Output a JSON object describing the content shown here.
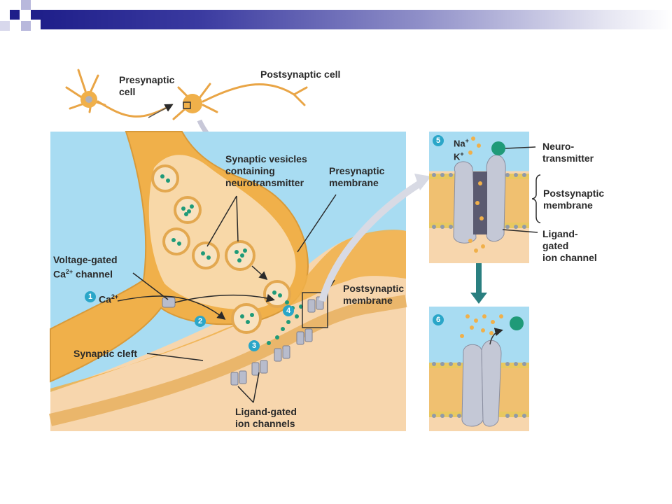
{
  "labels": {
    "presynaptic_cell": "Presynaptic\ncell",
    "postsynaptic_cell": "Postsynaptic cell",
    "synaptic_vesicles": "Synaptic vesicles\ncontaining\nneurotransmitter",
    "presynaptic_membrane": "Presynaptic\nmembrane",
    "voltage_gated_line1": "Voltage-gated",
    "voltage_gated_ca": "Ca",
    "voltage_gated_sup": "2+",
    "voltage_gated_rest": " channel",
    "ca_label": "Ca",
    "ca_sup": "2+",
    "postsynaptic_membrane": "Postsynaptic\nmembrane",
    "synaptic_cleft": "Synaptic cleft",
    "ligand_gated_channels": "Ligand-gated\nion channels",
    "na": "Na",
    "na_sup": "+",
    "k": "K",
    "k_sup": "+",
    "neurotransmitter": "Neuro-\ntransmitter",
    "postsynaptic_membrane_inset": "Postsynaptic\nmembrane",
    "ligand_gated_ion_channel": "Ligand-\ngated\nion channel"
  },
  "steps": [
    "1",
    "2",
    "3",
    "4",
    "5",
    "6"
  ],
  "colors": {
    "header_dark": "#1f1f8a",
    "neuron": "#f0b04a",
    "neuron_inner": "#f8d8a8",
    "extracellular": "#a8dcf2",
    "postsynaptic_tissue": "#f7d6ad",
    "vesicle_dot": "#1f9a78",
    "channel": "#b8bccc",
    "step_badge": "#2aa6c8",
    "arrow_teal": "#2a7f80"
  }
}
